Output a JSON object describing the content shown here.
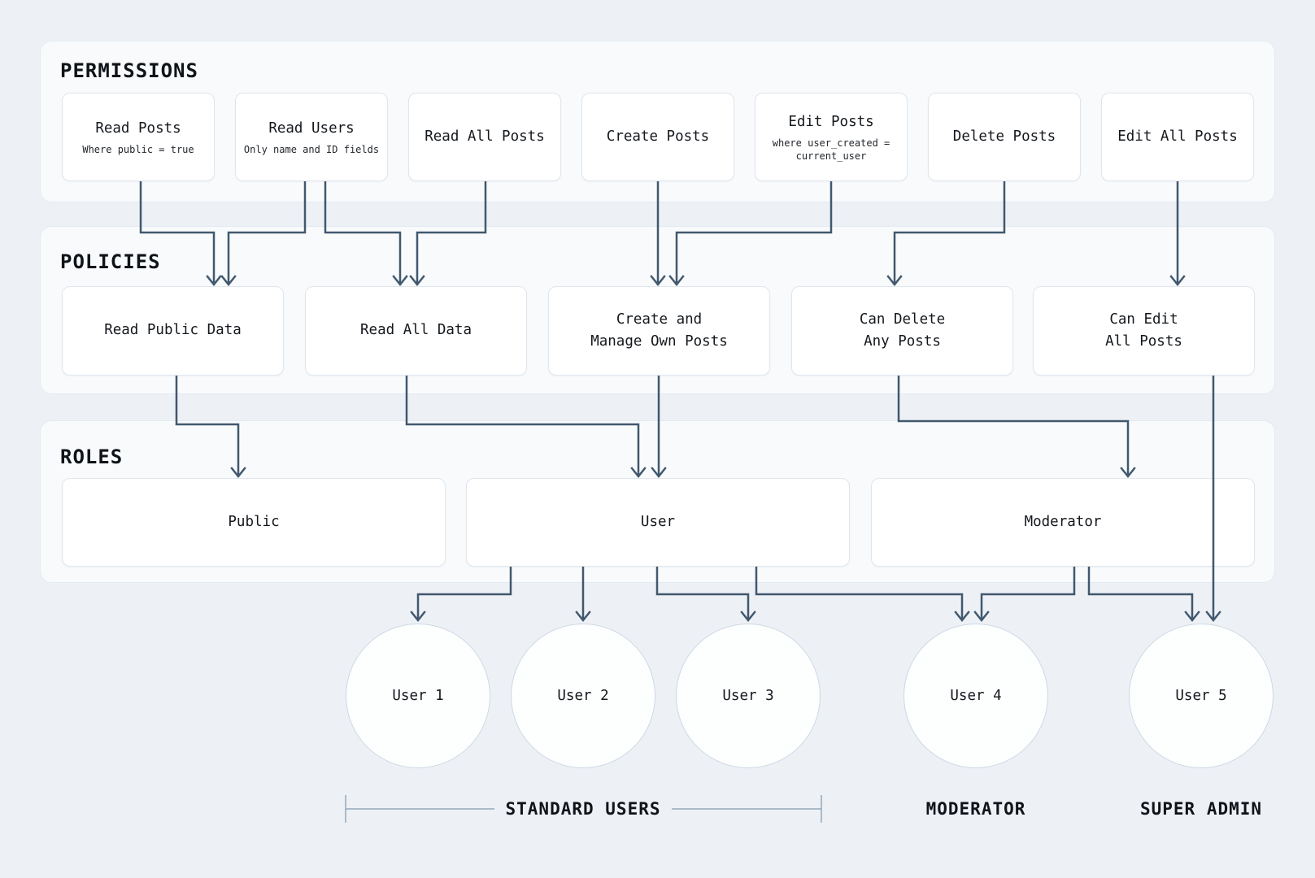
{
  "sections": {
    "permissions": {
      "title": "PERMISSIONS",
      "boxes": [
        {
          "label": "Read Posts",
          "sublines": [
            "Where public = true"
          ]
        },
        {
          "label": "Read Users",
          "sublines": [
            "Only name and ID fields"
          ]
        },
        {
          "label": "Read All Posts",
          "sublines": []
        },
        {
          "label": "Create Posts",
          "sublines": []
        },
        {
          "label": "Edit Posts",
          "sublines": [
            "where user_created =",
            "current_user"
          ]
        },
        {
          "label": "Delete Posts",
          "sublines": []
        },
        {
          "label": "Edit All Posts",
          "sublines": []
        }
      ]
    },
    "policies": {
      "title": "POLICIES",
      "boxes": [
        {
          "lines": [
            "Read Public Data"
          ]
        },
        {
          "lines": [
            "Read All Data"
          ]
        },
        {
          "lines": [
            "Create and",
            "Manage Own Posts"
          ]
        },
        {
          "lines": [
            "Can Delete",
            "Any Posts"
          ]
        },
        {
          "lines": [
            "Can Edit",
            "All Posts"
          ]
        }
      ]
    },
    "roles": {
      "title": "ROLES",
      "boxes": [
        {
          "label": "Public"
        },
        {
          "label": "User"
        },
        {
          "label": "Moderator"
        }
      ]
    }
  },
  "users": [
    {
      "label": "User 1"
    },
    {
      "label": "User 2"
    },
    {
      "label": "User 3"
    },
    {
      "label": "User 4"
    },
    {
      "label": "User 5"
    }
  ],
  "captions": {
    "standard_users": "STANDARD USERS",
    "moderator": "MODERATOR",
    "super_admin": "SUPER ADMIN"
  },
  "edges": [
    {
      "from": "Read Posts",
      "to": "Read Public Data"
    },
    {
      "from": "Read Users",
      "to": "Read Public Data"
    },
    {
      "from": "Read Users",
      "to": "Read All Data"
    },
    {
      "from": "Read All Posts",
      "to": "Read All Data"
    },
    {
      "from": "Create Posts",
      "to": "Create and Manage Own Posts"
    },
    {
      "from": "Edit Posts",
      "to": "Create and Manage Own Posts"
    },
    {
      "from": "Delete Posts",
      "to": "Can Delete Any Posts"
    },
    {
      "from": "Edit All Posts",
      "to": "Can Edit All Posts"
    },
    {
      "from": "Read Public Data",
      "to": "Public"
    },
    {
      "from": "Read All Data",
      "to": "User"
    },
    {
      "from": "Create and Manage Own Posts",
      "to": "User"
    },
    {
      "from": "Can Delete Any Posts",
      "to": "Moderator"
    },
    {
      "from": "Can Edit All Posts",
      "to": "User 5"
    },
    {
      "from": "User",
      "to": "User 1"
    },
    {
      "from": "User",
      "to": "User 2"
    },
    {
      "from": "User",
      "to": "User 3"
    },
    {
      "from": "User",
      "to": "User 4"
    },
    {
      "from": "Moderator",
      "to": "User 4"
    },
    {
      "from": "Moderator",
      "to": "User 5"
    }
  ],
  "colors": {
    "page_bg": "#edf1f6",
    "panel_bg": "#f8fafc",
    "panel_border": "#e4eaf1",
    "node_bg": "#ffffff",
    "node_border": "#e0e6ed",
    "circle_border": "#cdd8e3",
    "edge": "#41586e",
    "bracket": "#93a8bb",
    "text": "#14181d"
  }
}
